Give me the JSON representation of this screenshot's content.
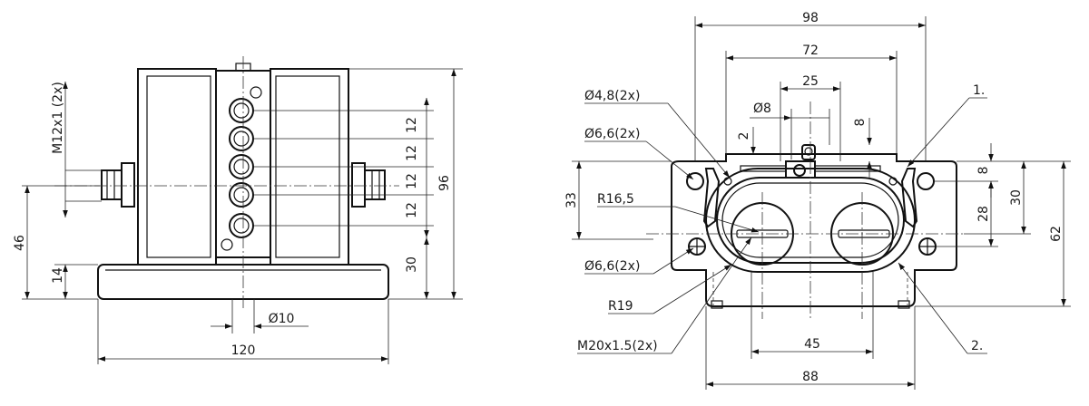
{
  "left_view": {
    "dimensions": {
      "height_total": "96",
      "height_base": "14",
      "height_axis": "46",
      "height_foot": "30",
      "width_total": "120",
      "diameter_pin": "Ø10",
      "thread_label": "M12x1 (2x)",
      "spacing": [
        "12",
        "12",
        "12",
        "12",
        "12"
      ]
    }
  },
  "right_view": {
    "dimensions": {
      "width_98": "98",
      "width_72": "72",
      "width_25": "25",
      "hole_d8": "Ø8",
      "height_8_top": "8",
      "gap_2": "2",
      "hole_48": "Ø4,8(2x)",
      "hole_66_top": "Ø6,6(2x)",
      "hole_66_bottom": "Ø6,6(2x)",
      "radius_165": "R16,5",
      "radius_19": "R19",
      "thread_m20": "M20x1.5(2x)",
      "height_33": "33",
      "height_8_right": "8",
      "height_28": "28",
      "height_30": "30",
      "height_62": "62",
      "width_45": "45",
      "width_88": "88",
      "callout_1": "1.",
      "callout_2": "2."
    }
  },
  "colors": {
    "line": "#111111",
    "background": "#ffffff"
  }
}
